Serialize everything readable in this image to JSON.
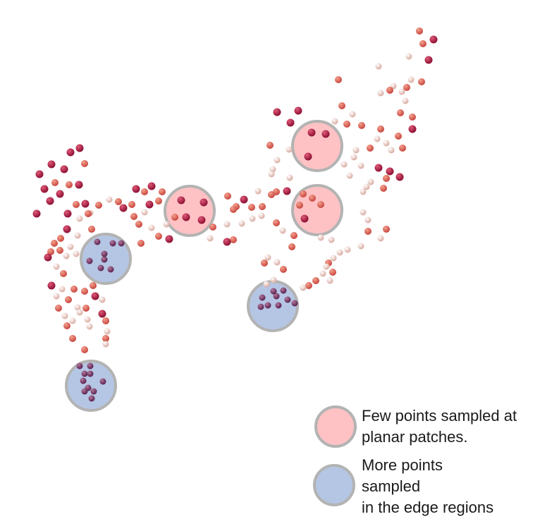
{
  "legend": {
    "planar": {
      "line1": "Few points sampled at",
      "line2": "planar patches."
    },
    "edge": {
      "line1": "More points",
      "line2": "sampled",
      "line3": "in the edge regions"
    }
  },
  "colors": {
    "planar_fill": "#ffc2c4",
    "edge_fill": "#b5c6e4",
    "ring": "#b3b3b3",
    "point_dark": "#b0163e",
    "point_mid": "#e06a64",
    "point_light": "#f0cfc8",
    "point_edge": "#7a3d6a"
  }
}
